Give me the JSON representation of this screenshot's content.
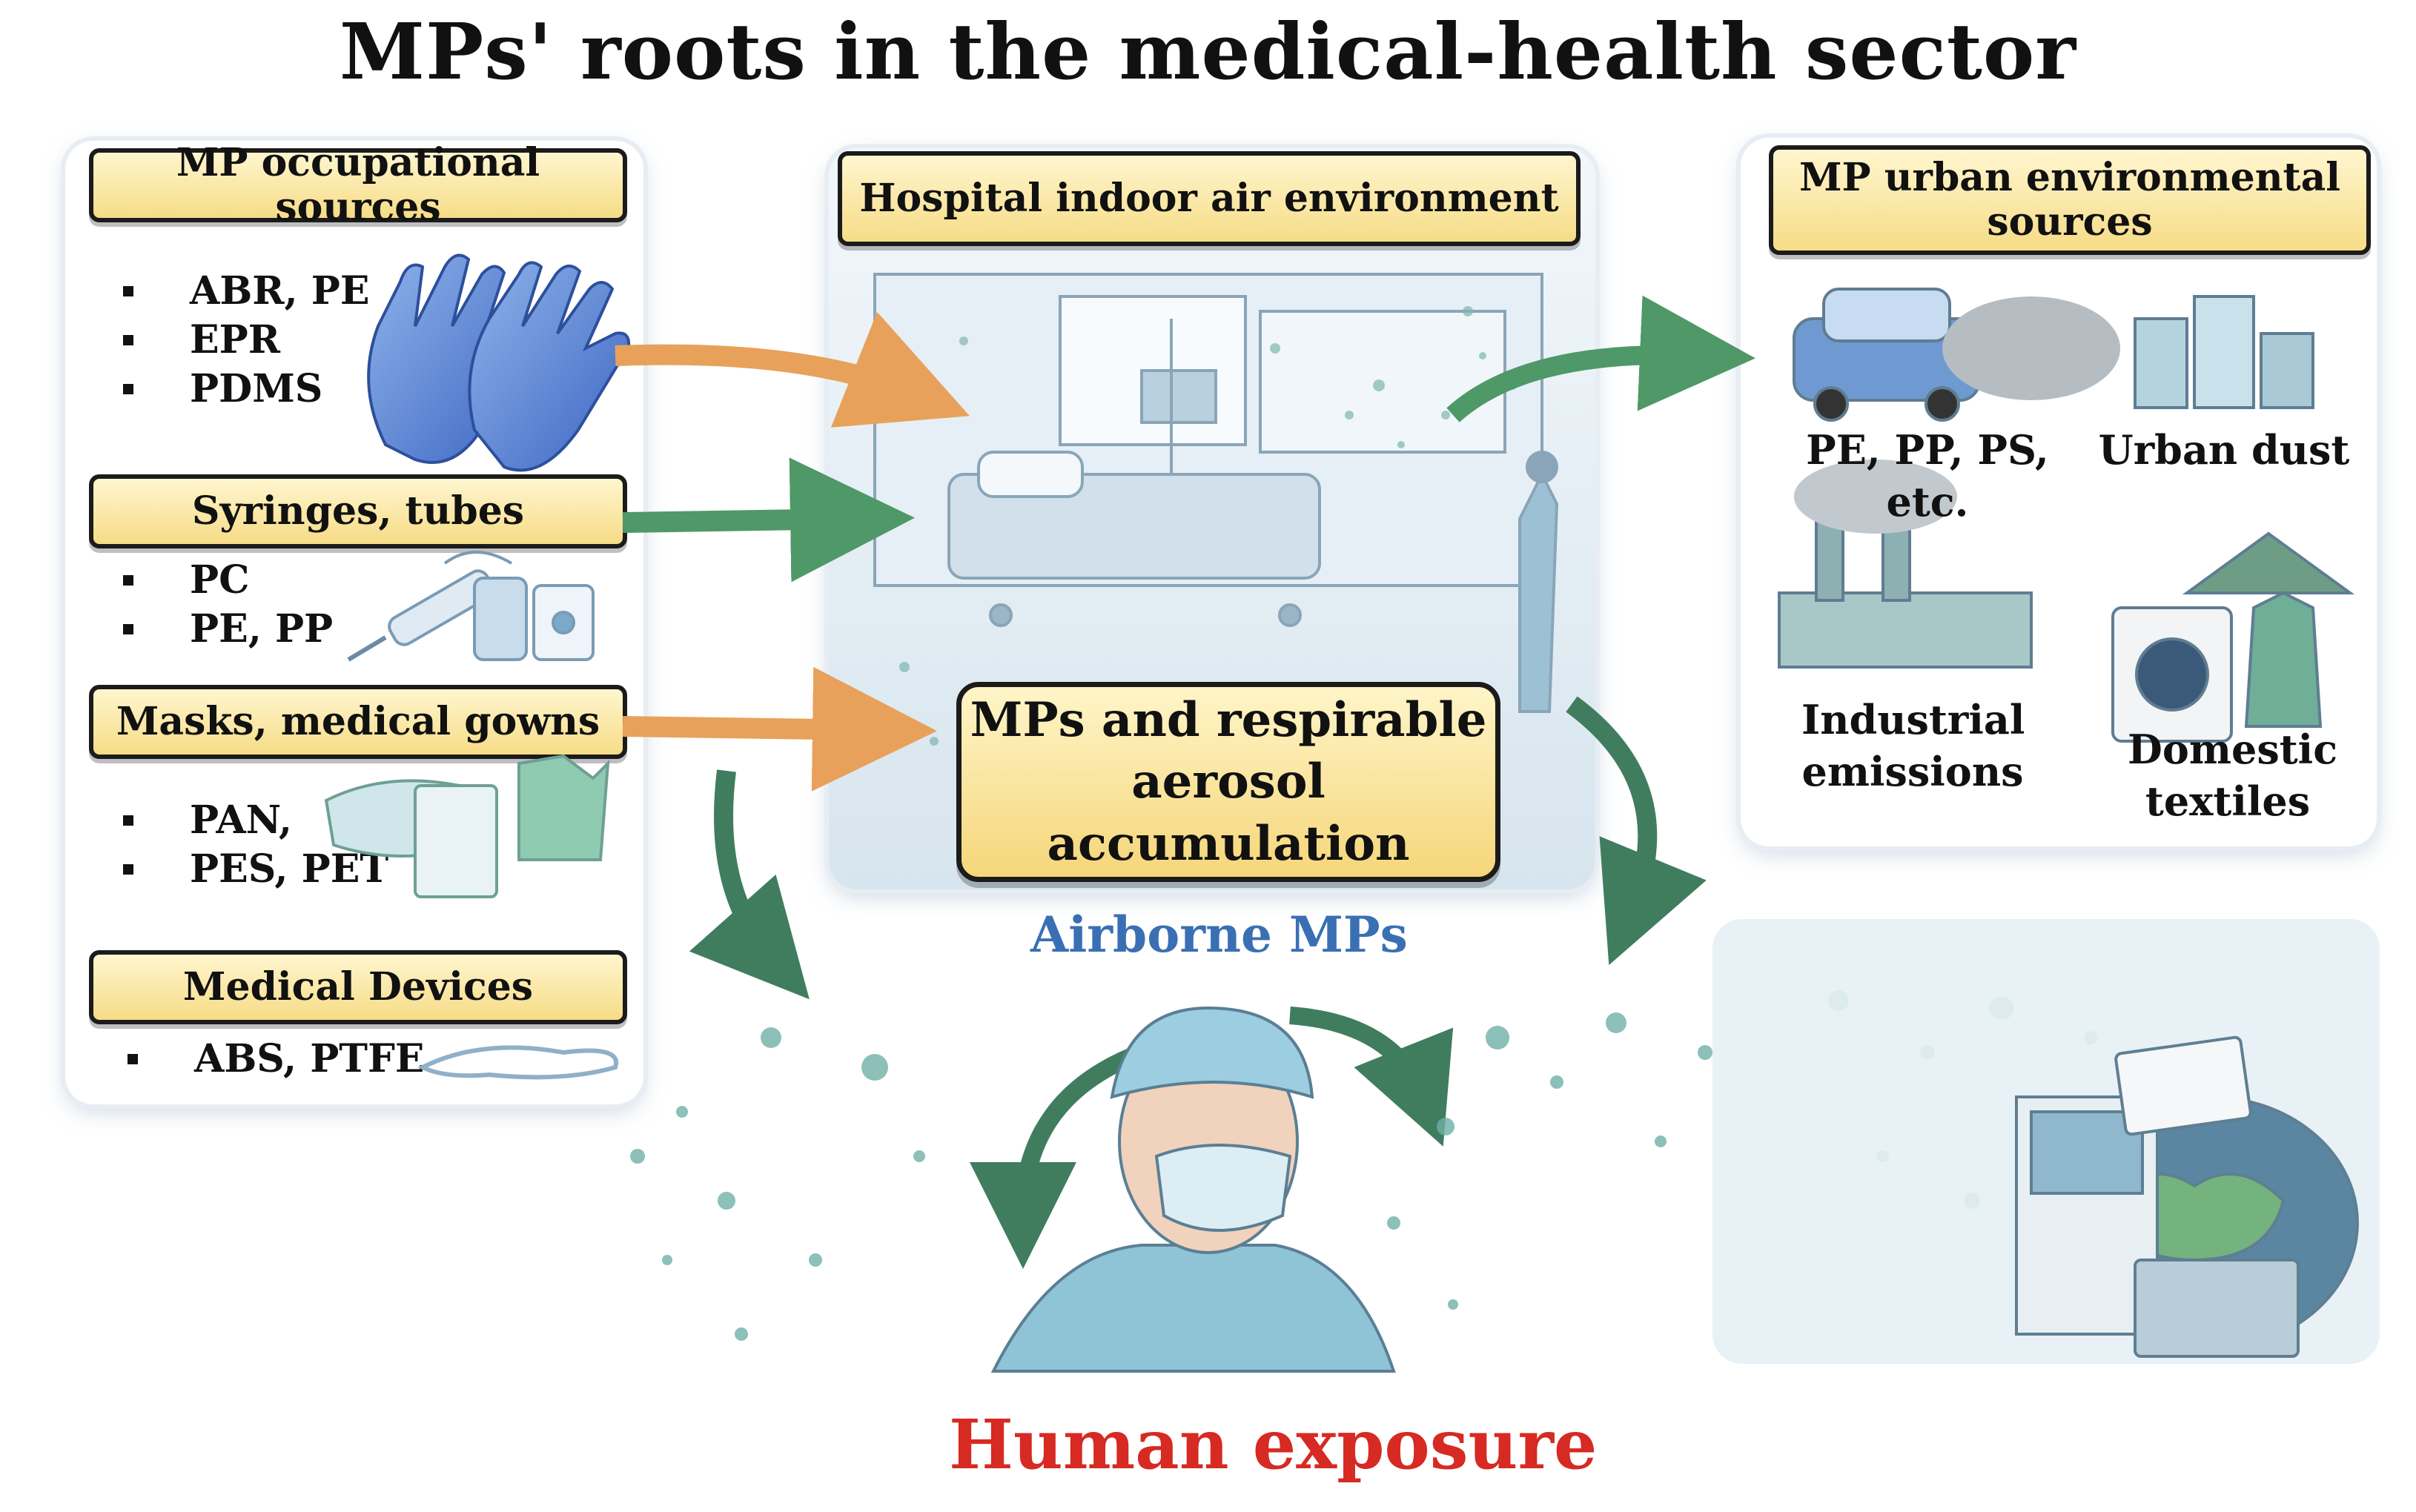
{
  "title": "MPs' roots in the medical-health sector",
  "left_panel": {
    "occupational": {
      "label": "MP occupational sources",
      "items": [
        "ABR, PE",
        "EPR",
        "PDMS"
      ]
    },
    "syringes": {
      "label": "Syringes, tubes",
      "items": [
        "PC",
        "PE, PP"
      ]
    },
    "masks": {
      "label": "Masks, medical gowns",
      "items": [
        "PAN,",
        "PES, PET"
      ]
    },
    "devices": {
      "label": "Medical Devices",
      "items": [
        "ABS, PTFE"
      ]
    }
  },
  "center": {
    "hospital_label": "Hospital indoor air environment",
    "accumulation_label": "MPs and respirable aerosol accumulation",
    "airborne_label": "Airborne MPs"
  },
  "right_panel": {
    "label": "MP urban environmental sources",
    "items": [
      "PE, PP, PS, etc.",
      "Urban dust",
      "Industrial emissions",
      "Domestic textiles"
    ]
  },
  "human_exposure": "Human exposure",
  "colors": {
    "orange_arrow": "#e8a15a",
    "green_arrow": "#4f9868",
    "label_fill": "#f6dc86",
    "human_text": "#d62a22",
    "airborne_text": "#3a6fb4"
  }
}
